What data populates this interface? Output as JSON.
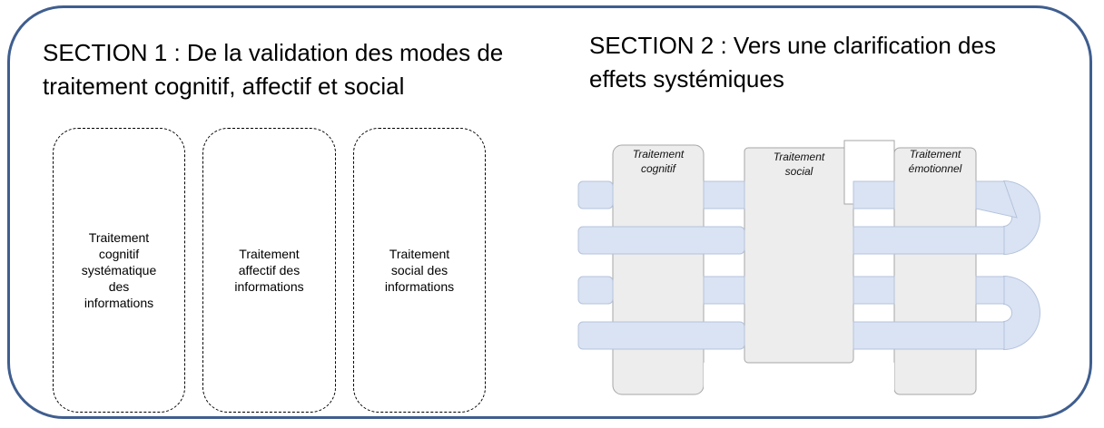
{
  "section1": {
    "title": "SECTION 1 : De la validation des modes de\ntraitement cognitif, affectif et social",
    "boxes": [
      {
        "label": "Traitement\ncognitif\nsystématique\ndes\ninformations"
      },
      {
        "label": "Traitement\naffectif des\ninformations"
      },
      {
        "label": "Traitement\nsocial des\ninformations"
      }
    ]
  },
  "section2": {
    "title": "SECTION 2 : Vers une clarification des\neffets systémiques",
    "columns": [
      {
        "label": "Traitement\ncognitif"
      },
      {
        "label": "Traitement\nsocial"
      },
      {
        "label": "Traitement\némotionnel"
      }
    ]
  },
  "colors": {
    "frame_border": "#3f5e8f",
    "band_fill": "#dae3f3",
    "band_stroke": "#b4c3dc",
    "column_fill": "#ededed",
    "column_stroke": "#a6a6a6"
  }
}
